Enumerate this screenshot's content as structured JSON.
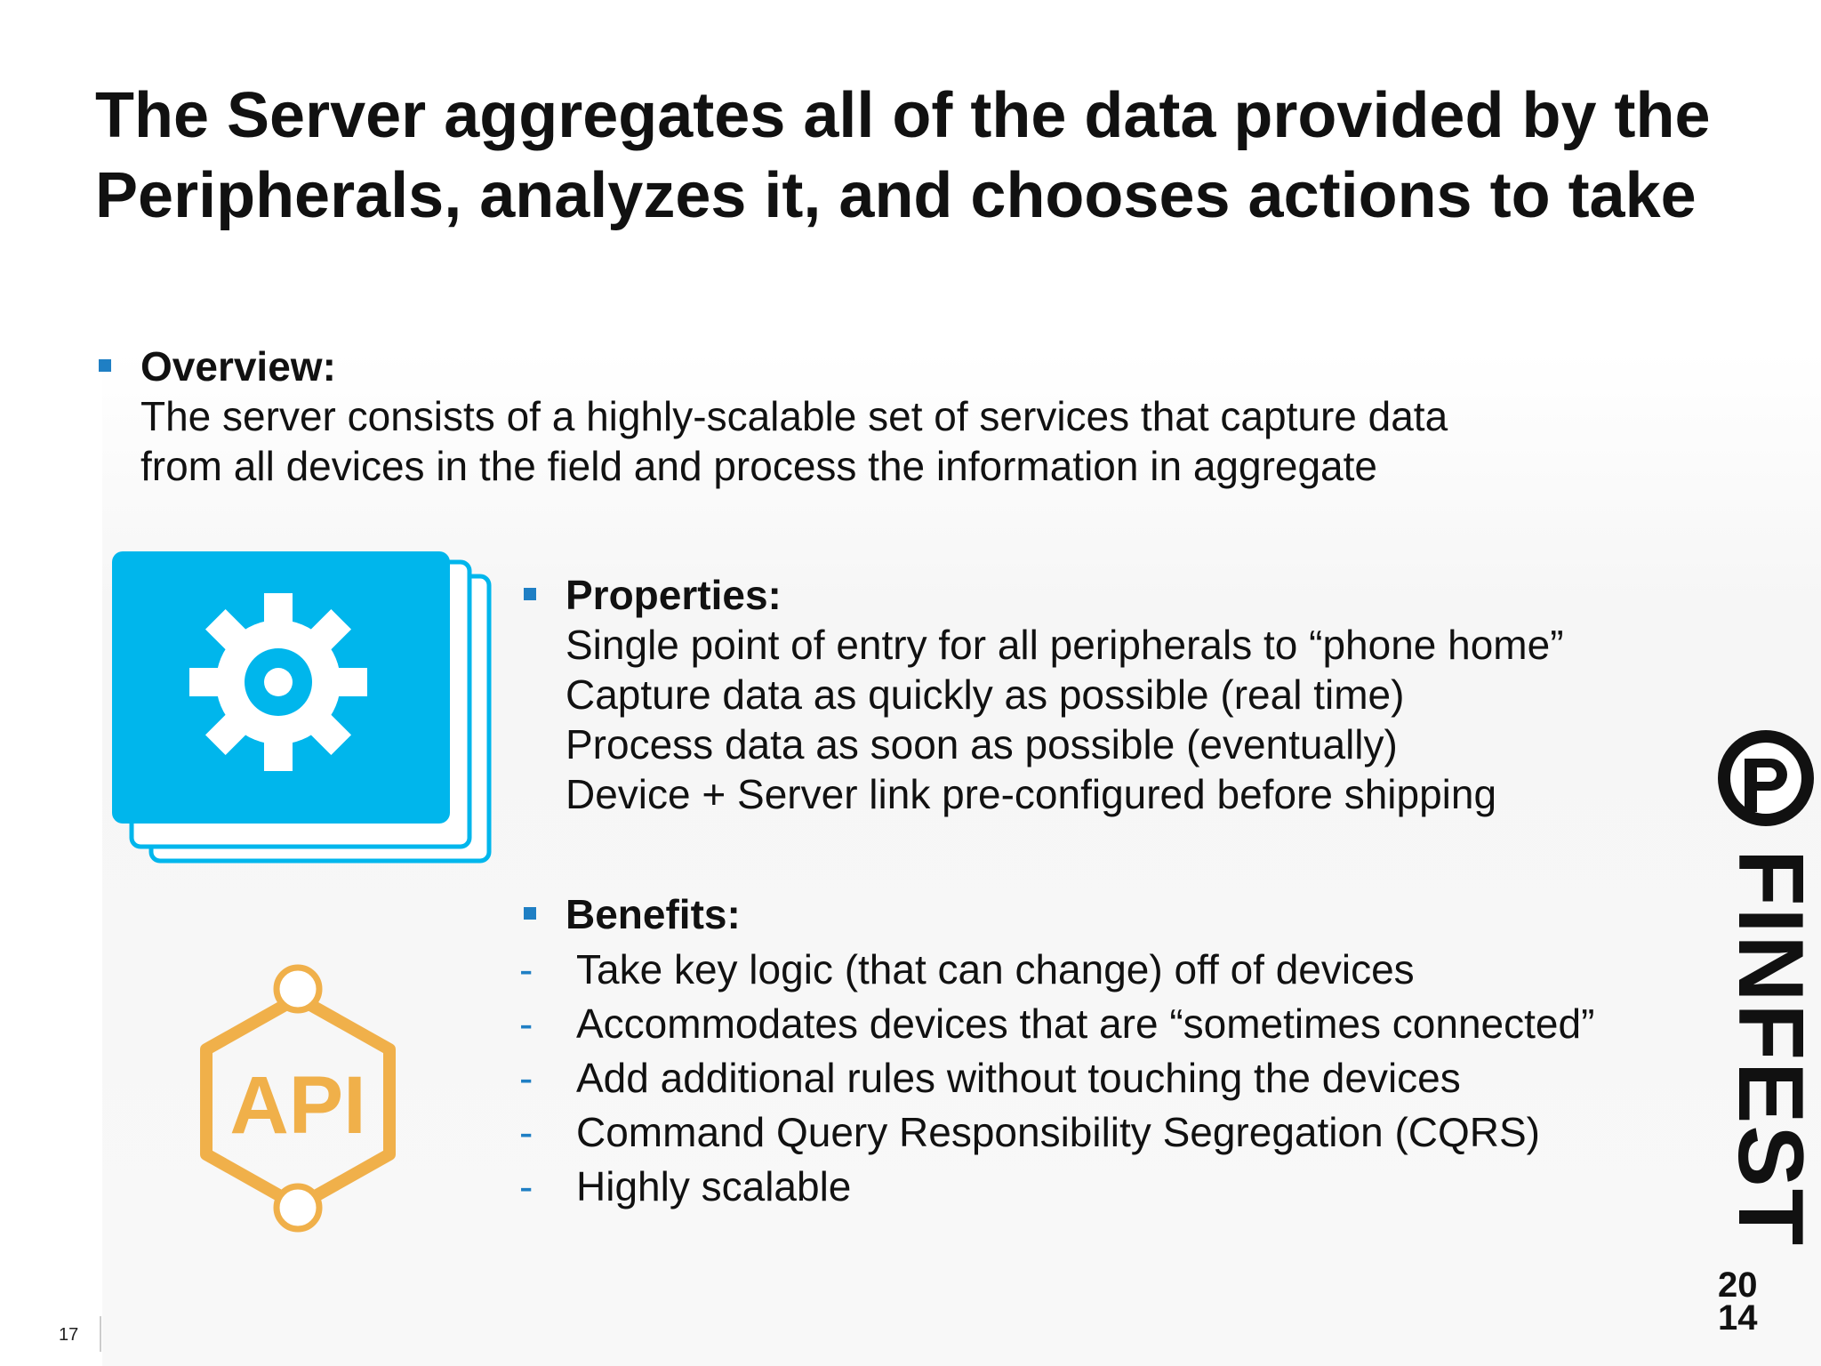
{
  "title": {
    "line1": "The Server aggregates all of the data provided by the",
    "line2": "Peripherals, analyzes it, and chooses actions to take"
  },
  "overview": {
    "heading": "Overview:",
    "lines": [
      "The server consists of a highly-scalable set of services that capture data",
      "from all devices in the field and process the information in aggregate"
    ]
  },
  "properties": {
    "heading": "Properties:",
    "lines": [
      "Single point of entry for all peripherals to “phone home”",
      "Capture data as quickly as possible (real time)",
      "Process data as soon as possible (eventually)",
      "Device + Server link pre-configured before shipping"
    ]
  },
  "benefits": {
    "heading": "Benefits:",
    "dash": "-",
    "items": [
      "Take key logic (that can change) off of devices",
      "Accommodates devices that are “sometimes connected”",
      "Add additional rules without touching the devices",
      "Command Query Responsibility Segregation (CQRS)",
      "Highly scalable"
    ]
  },
  "icons": {
    "settings": "gear-window-icon",
    "api": "api-hexagon-icon",
    "api_text": "API"
  },
  "logo": {
    "text": "FINFEST",
    "year_top": "20",
    "year_bottom": "14"
  },
  "footer": {
    "page_number": "17"
  },
  "colors": {
    "accent_blue": "#1f7fc4",
    "icon_cyan": "#00b6ec",
    "api_gold": "#f0b04a",
    "text": "#111111"
  }
}
